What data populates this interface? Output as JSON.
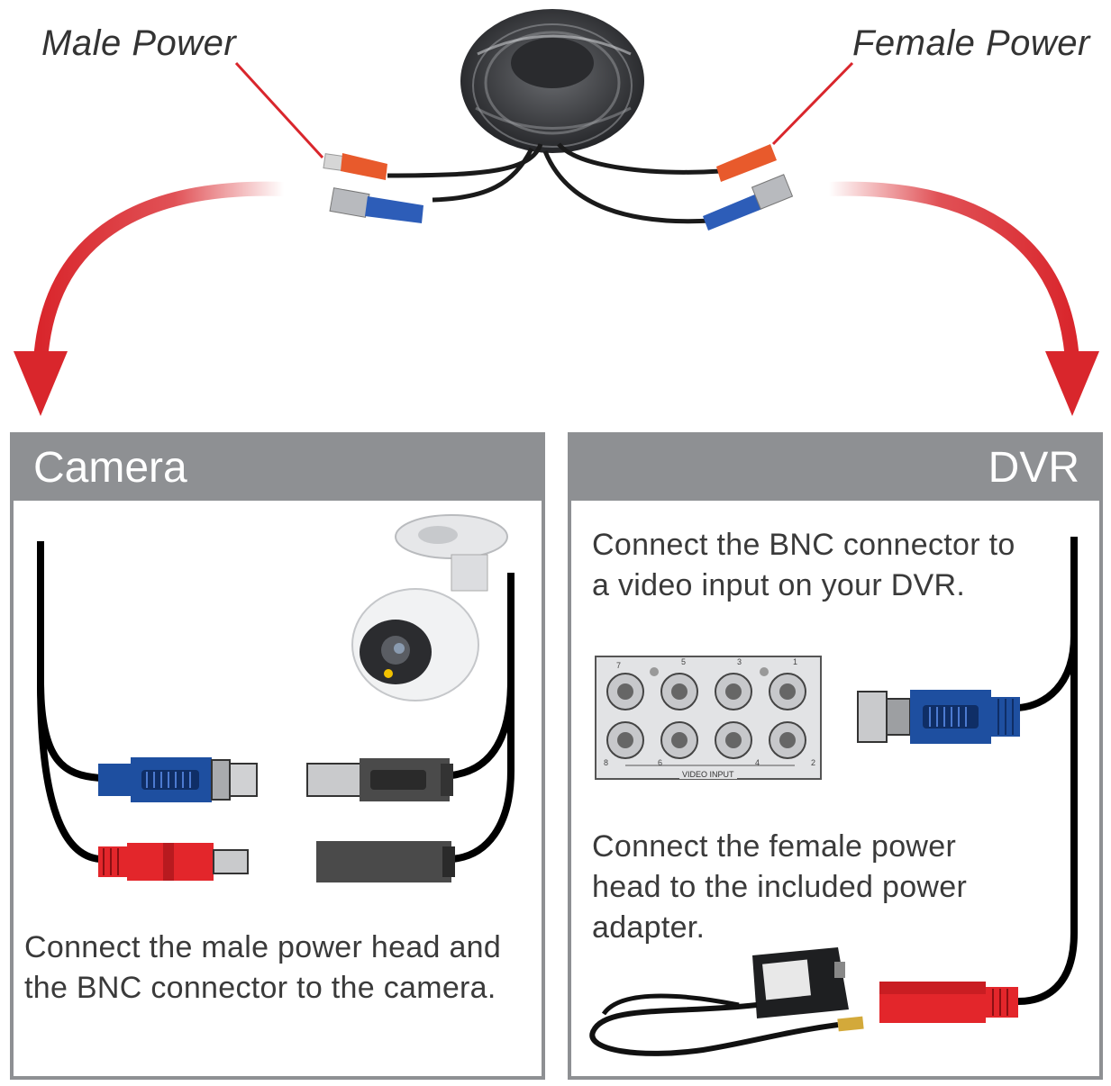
{
  "callouts": {
    "male_power": "Male Power",
    "female_power": "Female Power"
  },
  "panels": {
    "camera": {
      "title": "Camera",
      "instruction": "Connect the male power head and the BNC connector to the camera."
    },
    "dvr": {
      "title": "DVR",
      "instruction_bnc": "Connect the BNC connector to a video input on your DVR.",
      "instruction_power": "Connect the female power head to the included power adapter.",
      "video_input_label": "VIDEO INPUT",
      "port_numbers_top": [
        "7",
        "5",
        "3",
        "1"
      ],
      "port_numbers_bottom": [
        "8",
        "6",
        "4",
        "2"
      ]
    }
  },
  "colors": {
    "arrow_red": "#d9262c",
    "panel_gray": "#8e9093",
    "bnc_blue": "#1e4fa0",
    "power_red": "#e3262b",
    "connector_dark": "#4a4a4a"
  },
  "icons": {
    "cable_coil": "cable-coil-icon",
    "camera": "security-camera-icon",
    "dvr_ports": "dvr-bnc-ports-icon",
    "adapter": "power-adapter-icon"
  }
}
